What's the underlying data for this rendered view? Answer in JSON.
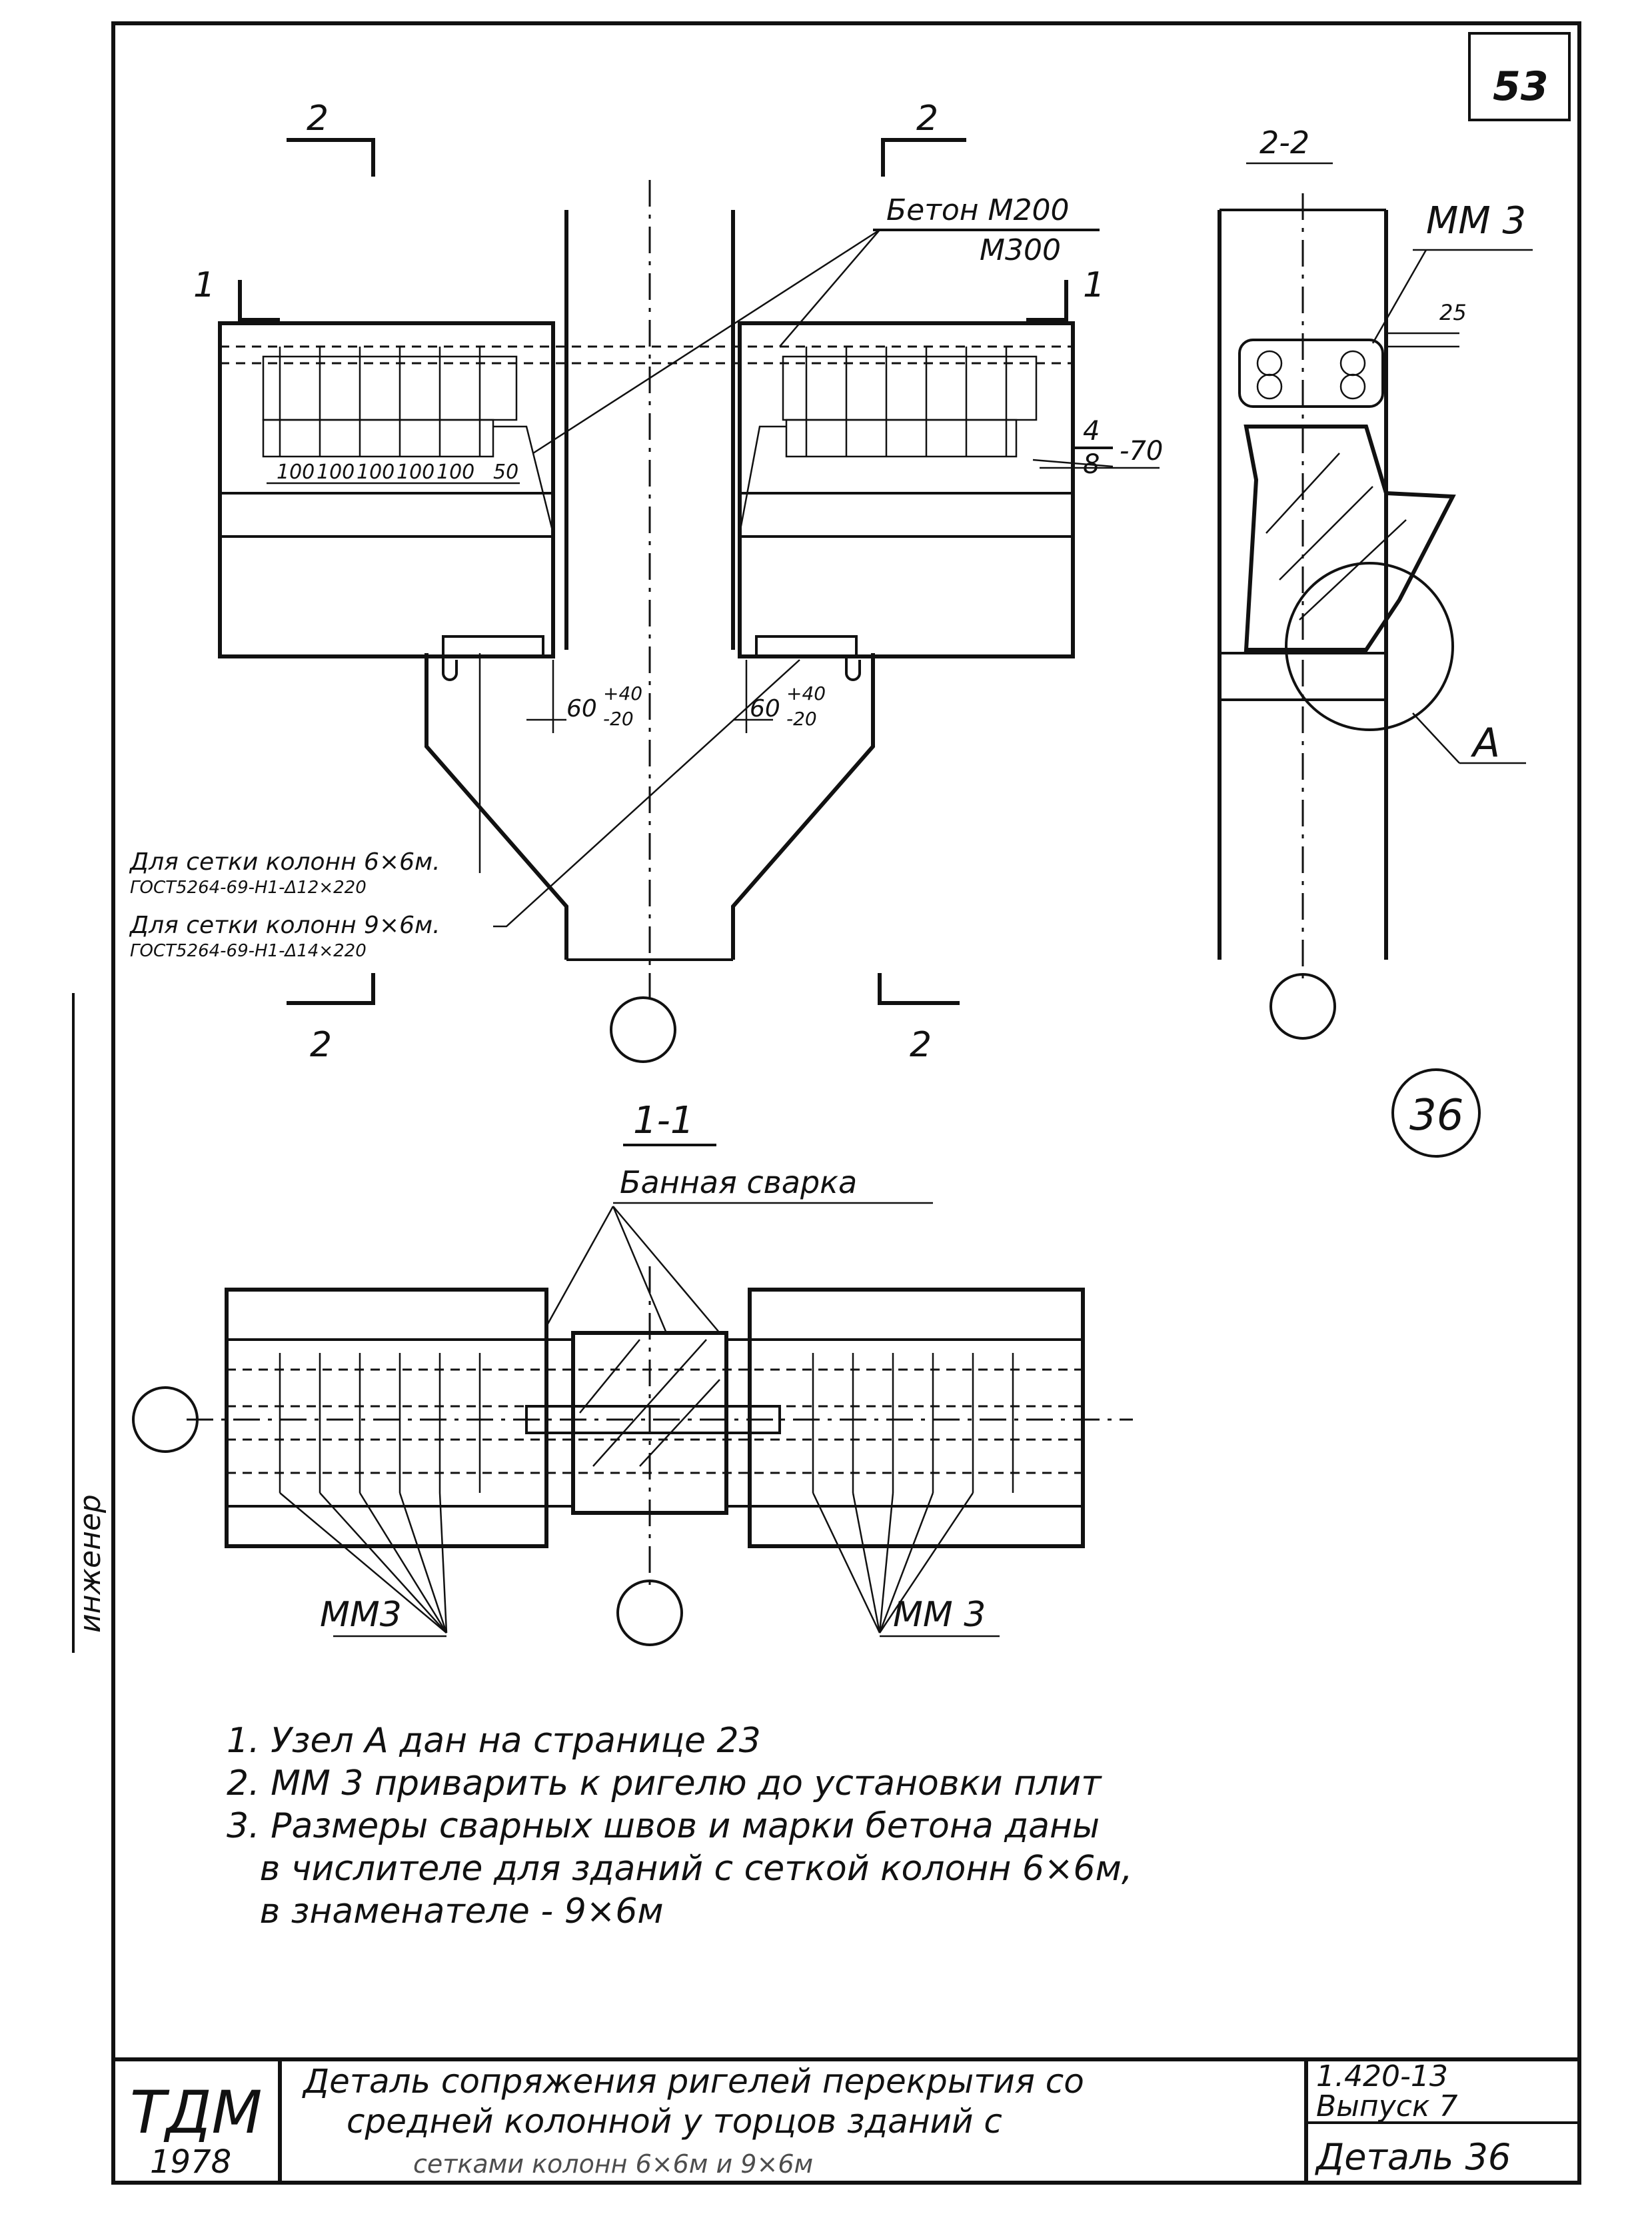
{
  "sheet": {
    "page_number": "53",
    "detail_circle": "36"
  },
  "drawing": {
    "section_marks": {
      "two": "2",
      "one": "1",
      "two_two": "2-2",
      "one_one": "1-1"
    },
    "concrete_grade": {
      "numerator": "Бетон М200",
      "denominator": "М300"
    },
    "weld_fraction": {
      "numerator": "4",
      "denominator": "8",
      "tail": "-70"
    },
    "spacing_labels": [
      "100",
      "100",
      "100",
      "100",
      "100",
      "50"
    ],
    "gap_dim": {
      "base": "60",
      "upper": "+40",
      "lower": "-20"
    },
    "dim_25": "25",
    "mm_label": "ММ 3",
    "mm_label_alt": "ММ3",
    "node_label": "А",
    "bath_welding": "Банная сварка",
    "mesh_6x6": {
      "title": "Для сетки колонн 6×6м.",
      "spec": "ГОСТ5264-69-Н1-Δ12×220"
    },
    "mesh_9x6": {
      "title": "Для сетки колонн 9×6м.",
      "spec": "ГОСТ5264-69-Н1-Δ14×220"
    }
  },
  "notes": [
    "1. Узел А дан на странице 23",
    "2. ММ 3 приварить к ригелю до установки плит",
    "3. Размеры сварных швов и марки бетона даны",
    "   в числителе для зданий с сеткой колонн 6×6м,",
    "   в знаменателе - 9×6м"
  ],
  "side_stamp": "инженер",
  "title_block": {
    "org": "ТДМ",
    "year": "1978",
    "title_lines": [
      "Деталь сопряжения ригелей перекрытия со",
      "средней колонной у торцов зданий с",
      "сетками колонн 6×6м и 9×6м"
    ],
    "series": "1.420-13",
    "issue": "Выпуск 7",
    "detail": "Деталь 36"
  }
}
